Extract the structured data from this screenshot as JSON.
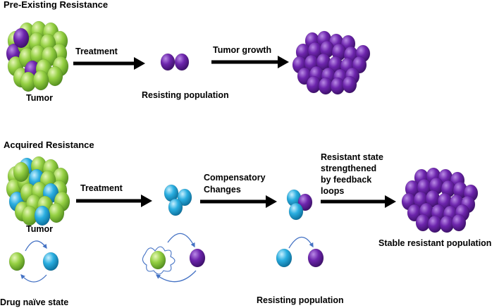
{
  "pre_existing": {
    "heading": "Pre-Existing Resistance",
    "tumor_label": "Tumor",
    "treatment_label": "Treatment",
    "resisting_label": "Resisting population",
    "growth_label": "Tumor growth"
  },
  "acquired": {
    "heading": "Acquired Resistance",
    "tumor_label": "Tumor",
    "treatment_label": "Treatment",
    "compensatory_line1": "Compensatory",
    "compensatory_line2": "Changes",
    "resistant_state_lines": [
      "Resistant state",
      "strengthened",
      "by feedback",
      "loops"
    ],
    "stable_label": "Stable resistant population",
    "drug_naive_label": "Drug naïve state",
    "resisting_label": "Resisting population"
  },
  "colors": {
    "green": "#8fce3f",
    "purple": "#6a23a8",
    "blue": "#2aaee0",
    "loop_arrow": "#4472c4"
  }
}
